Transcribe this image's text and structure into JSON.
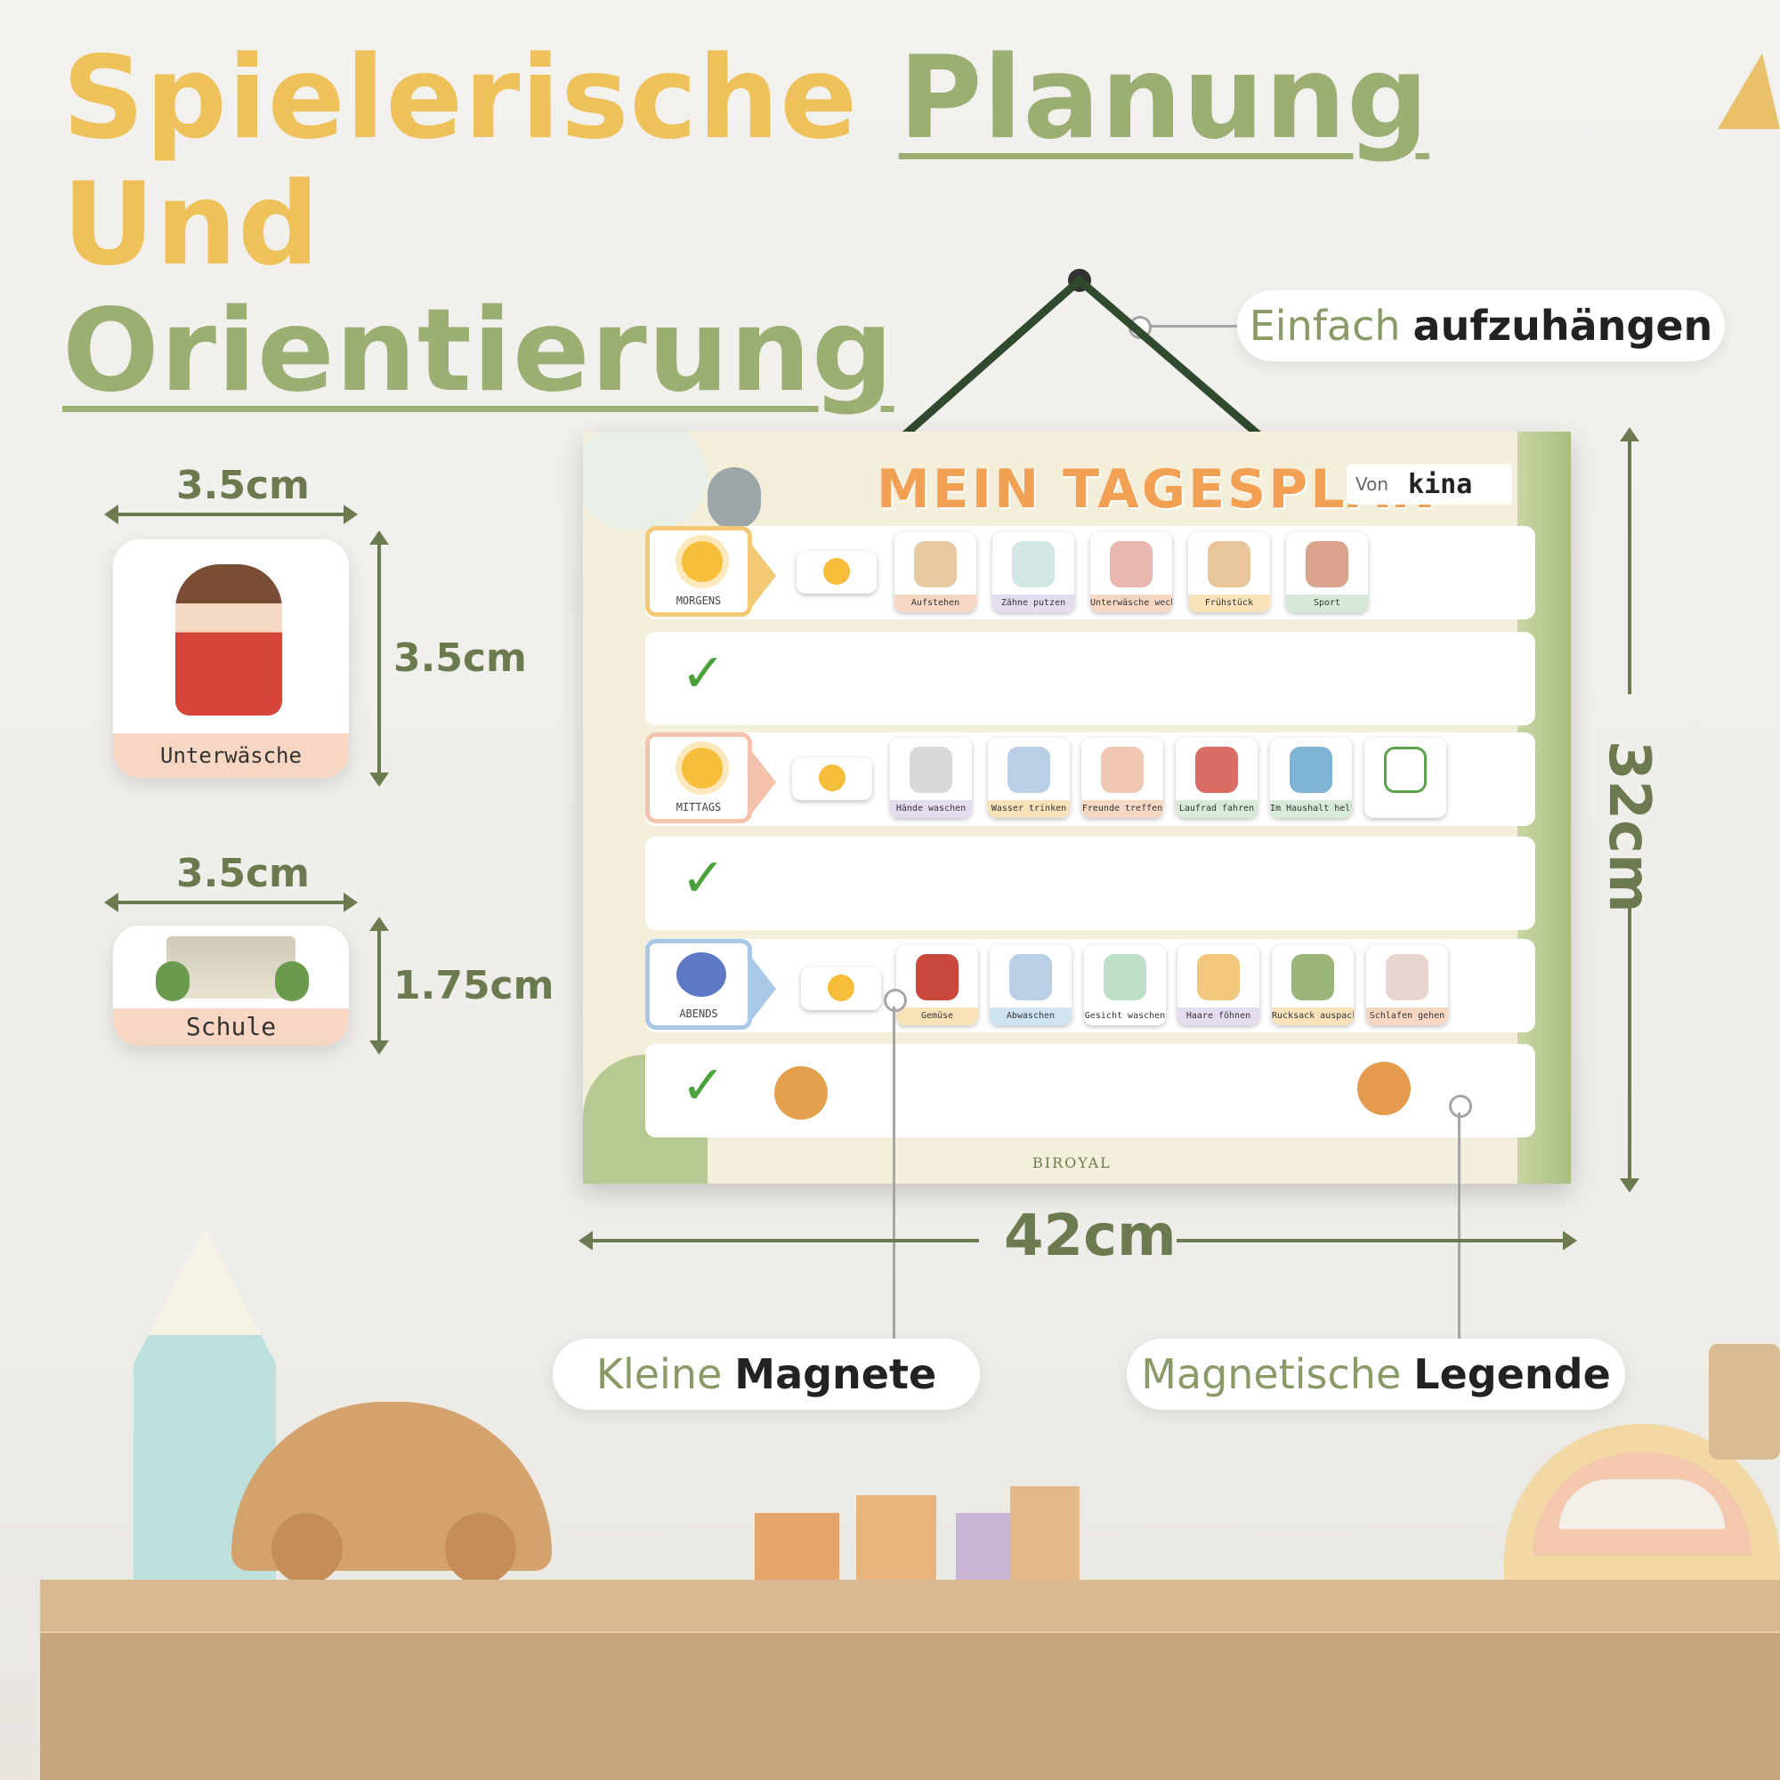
{
  "headline": {
    "word1": "Spielerische",
    "word2": "Planung",
    "word3": "Und",
    "word4": "Orientierung",
    "colors": {
      "yellow": "#eec15a",
      "green": "#9caf72"
    }
  },
  "callouts": {
    "hang": {
      "light": "Einfach",
      "bold": "aufzuhängen"
    },
    "magnets": {
      "light": "Kleine",
      "bold": "Magnete"
    },
    "legend": {
      "light": "Magnetische",
      "bold": "Legende"
    }
  },
  "dimensions": {
    "card_large_width": "3.5cm",
    "card_large_height": "3.5cm",
    "card_small_width": "3.5cm",
    "card_small_height": "1.75cm",
    "board_width": "42cm",
    "board_height": "32cm"
  },
  "sample_cards": {
    "large_label": "Unterwäsche wechseln",
    "small_label": "Schule"
  },
  "board": {
    "title": "MEIN TAGESPLAN",
    "von_label": "Von",
    "name": "kina",
    "brand": "BIROYAL",
    "periods": [
      {
        "label": "MORGENS",
        "color": "#f3c976",
        "tasks": [
          "Aufstehen",
          "Zähne putzen",
          "Unterwäsche wechseln",
          "Frühstück",
          "Sport"
        ]
      },
      {
        "label": "MITTAGS",
        "color": "#f4c2ad",
        "tasks": [
          "Hände waschen",
          "Wasser trinken",
          "Freunde treffen",
          "Laufrad fahren",
          "Im Haushalt helfen",
          ""
        ]
      },
      {
        "label": "ABENDS",
        "color": "#a9c8e8",
        "tasks": [
          "Gemüse",
          "Abwaschen",
          "Gesicht waschen",
          "Haare föhnen",
          "Rucksack auspacken",
          "Schlafen gehen"
        ]
      }
    ],
    "check_mark": "✓"
  }
}
